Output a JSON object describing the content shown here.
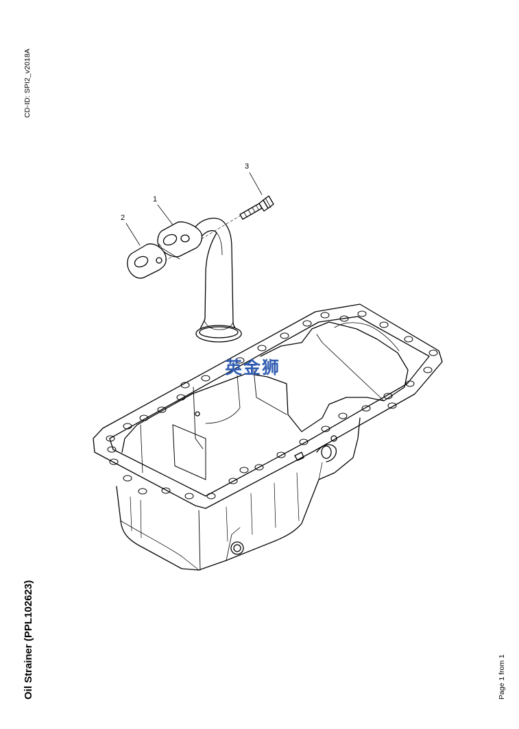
{
  "document": {
    "cd_id": "CD-ID: SPI2_v2018A",
    "title": "Oil Strainer (PPL102623)",
    "page_indicator": "Page 1 from 1",
    "watermark": "英金狮"
  },
  "callouts": [
    {
      "number": "1",
      "part": "oil strainer pipe"
    },
    {
      "number": "2",
      "part": "gasket"
    },
    {
      "number": "3",
      "part": "bolt"
    }
  ]
}
